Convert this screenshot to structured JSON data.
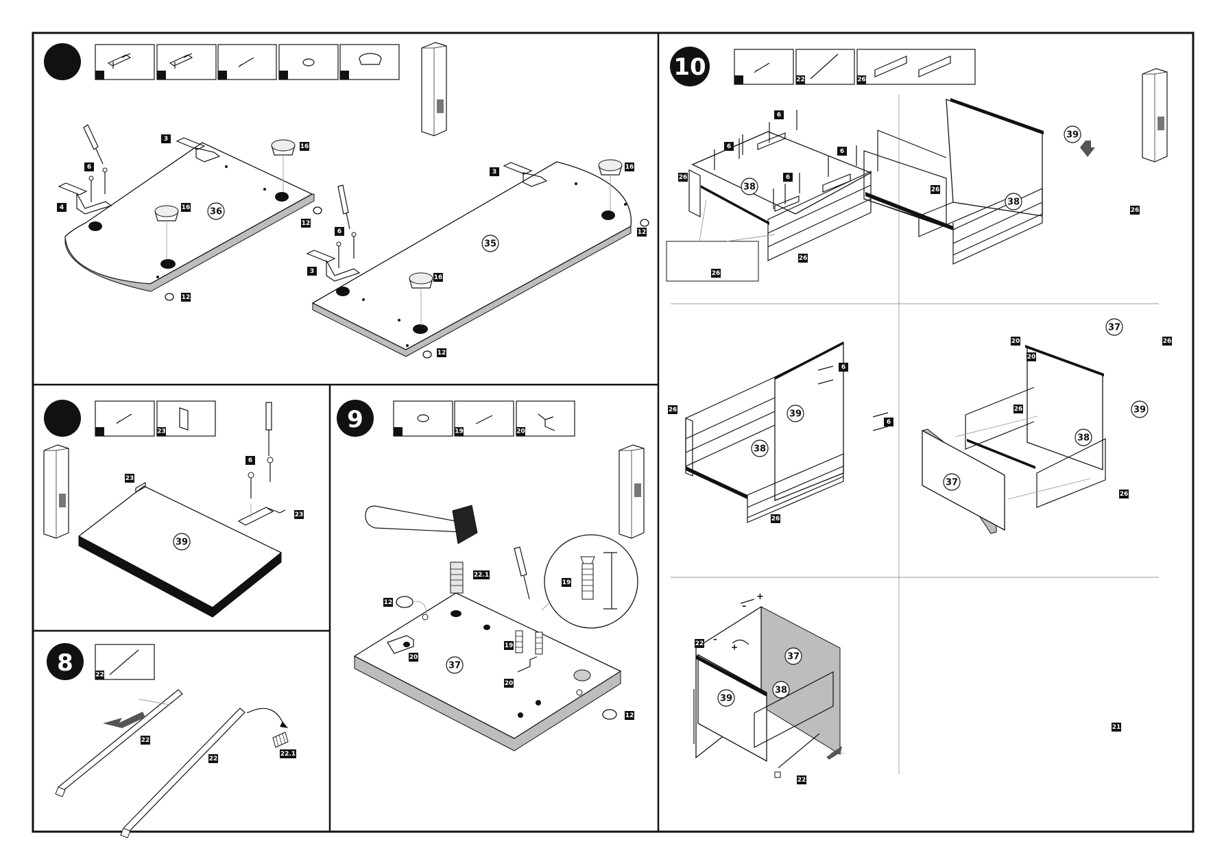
{
  "steps": {
    "s1": {
      "number": "",
      "hardware": [
        "",
        "",
        "",
        "",
        ""
      ],
      "labels": {
        "a": "3",
        "b": "16",
        "c": "6",
        "d": "4",
        "e": "36",
        "f": "16",
        "g": "12",
        "h": "12",
        "i": "3",
        "j": "16",
        "k": "6",
        "l": "3",
        "m": "35",
        "n": "16",
        "o": "12",
        "p": "12"
      }
    },
    "s7": {
      "number": "",
      "hardware": [
        "",
        "23"
      ],
      "labels": {
        "a": "23",
        "b": "6",
        "c": "23",
        "d": "39"
      }
    },
    "s8": {
      "number": "8",
      "hardware": [
        "22"
      ],
      "labels": {
        "a": "22",
        "b": "22",
        "c": "22.1"
      }
    },
    "s9": {
      "number": "9",
      "hardware": [
        "",
        "19",
        "20"
      ],
      "labels": {
        "a": "22.1",
        "b": "12",
        "c": "19",
        "d": "20",
        "e": "37",
        "f": "19",
        "g": "20",
        "h": "12"
      }
    },
    "s10": {
      "number": "10",
      "hardware": [
        "",
        "22",
        "26"
      ],
      "q1": {
        "a": "6",
        "b": "6",
        "c": "6",
        "d": "6",
        "e": "26",
        "f": "38",
        "g": "26",
        "h": "26"
      },
      "q2": {
        "a": "39",
        "b": "26",
        "c": "38",
        "d": "26"
      },
      "q3": {
        "a": "6",
        "b": "26",
        "c": "39",
        "d": "38",
        "e": "6",
        "f": "26"
      },
      "q4": {
        "a": "37",
        "b": "20",
        "c": "26",
        "d": "20",
        "e": "26",
        "f": "39",
        "g": "38",
        "h": "37",
        "i": "26"
      },
      "q5": {
        "minus": "–",
        "plus": "+",
        "a": "22",
        "minus2": "–",
        "plus2": "+",
        "b": "37",
        "c": "39",
        "d": "38",
        "e": "22"
      },
      "q6": {
        "a": "21"
      }
    }
  }
}
